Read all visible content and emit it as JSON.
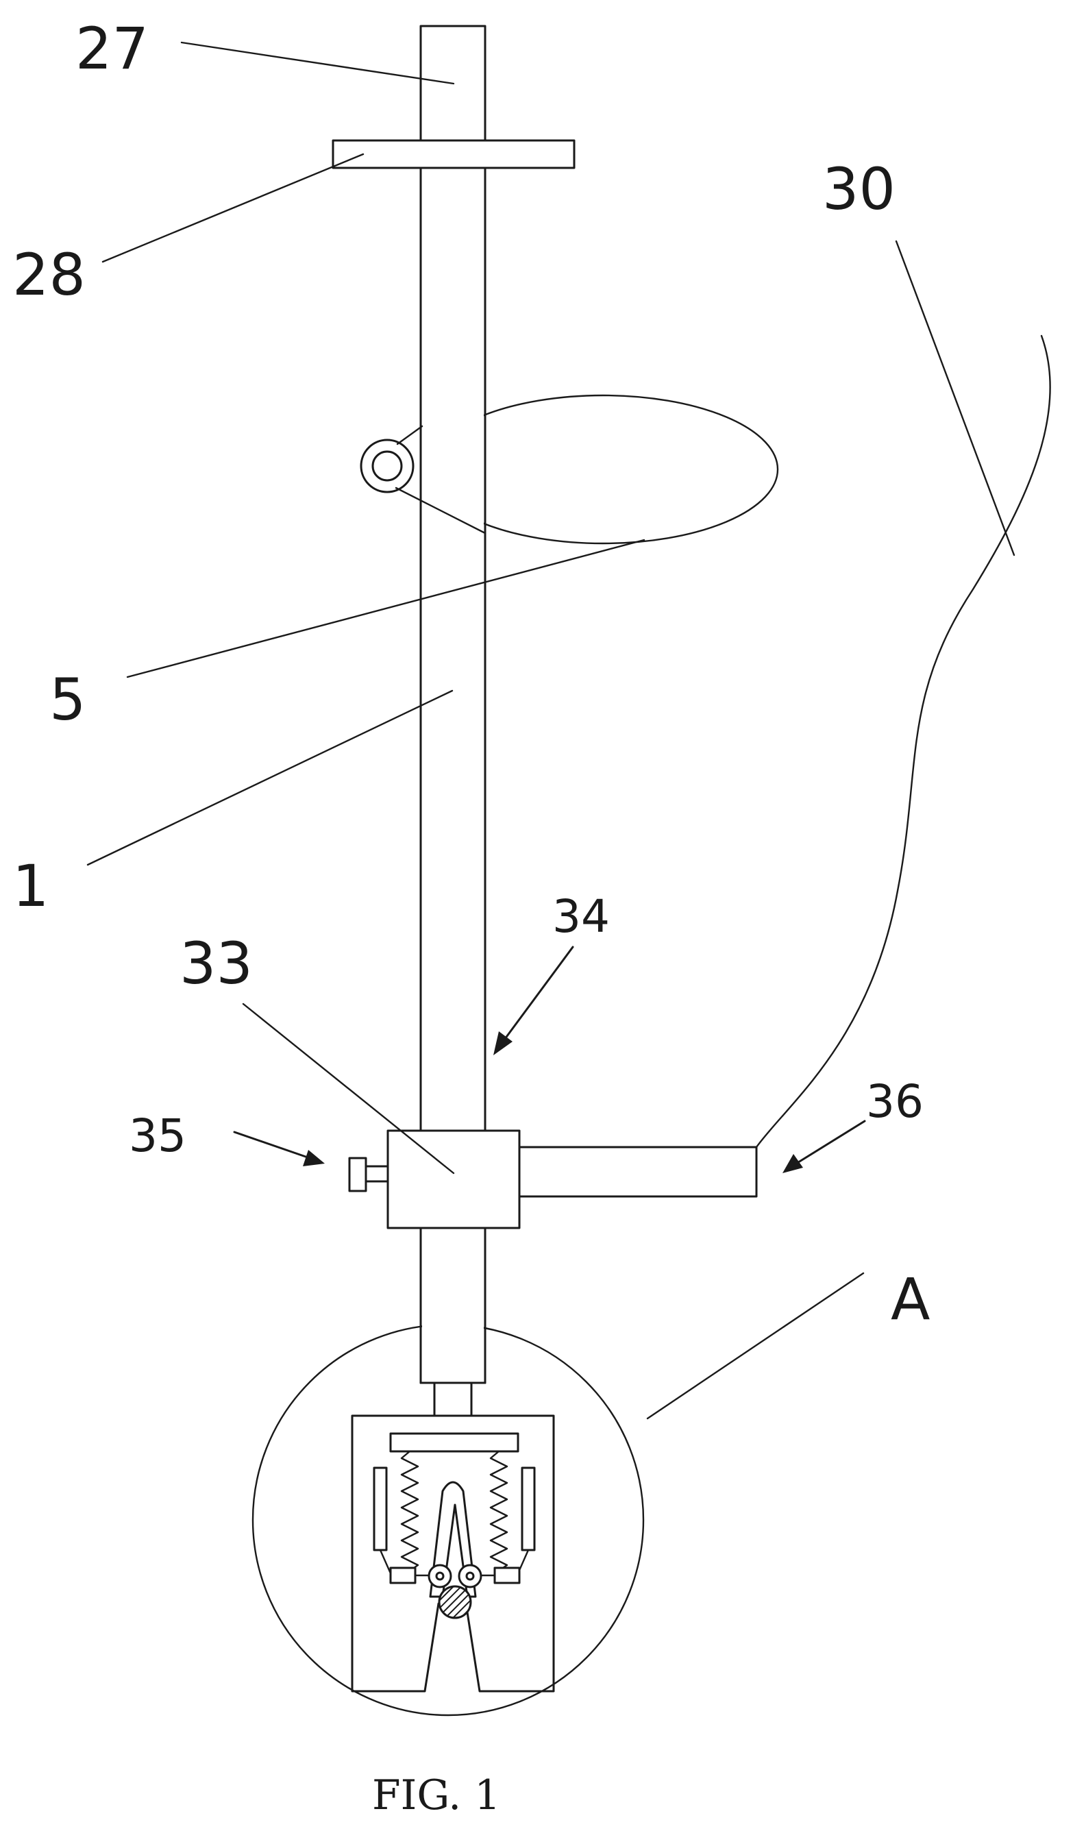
{
  "labels": {
    "l27": "27",
    "l28": "28",
    "l30": "30",
    "l5": "5",
    "l1": "1",
    "l33": "33",
    "l34": "34",
    "l35": "35",
    "l36": "36",
    "lA": "A"
  },
  "caption": "FIG. 1"
}
